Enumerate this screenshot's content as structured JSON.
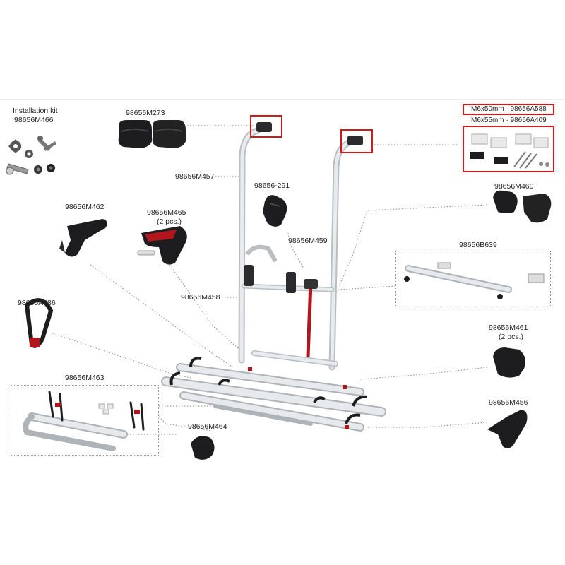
{
  "installation_kit": {
    "title": "Installation kit",
    "part": "98656M466"
  },
  "parts": {
    "m273": "98656M273",
    "m457": "98656M457",
    "p291": "98656-291",
    "m462": "98656M462",
    "m465": "98656M465",
    "m465_qty": "(2 pcs.)",
    "m459": "98656M459",
    "m460": "98656M460",
    "b639": "98656B639",
    "m458": "98656M458",
    "a386": "98656A386",
    "m461": "98656M461",
    "m461_qty": "(2 pcs.)",
    "m463": "98656M463",
    "m464": "98656M464",
    "m456": "98656M456"
  },
  "bolt_options": {
    "option1": "M6x50mm · 98656A588",
    "option2": "M6x55mm · 98656A409"
  },
  "colors": {
    "highlight": "#d11a1a",
    "accent_red": "#b0161c",
    "frame_grey": "#d9dde1",
    "part_black": "#1d1d1f"
  }
}
